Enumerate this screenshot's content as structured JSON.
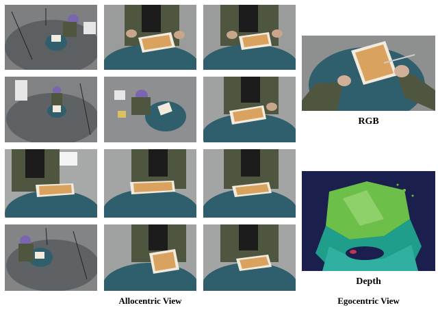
{
  "grid": {
    "caption": "Allocentric View",
    "tiles": [
      {
        "row": 1,
        "col": 1,
        "view": "overhead"
      },
      {
        "row": 1,
        "col": 2,
        "view": "front"
      },
      {
        "row": 1,
        "col": 3,
        "view": "front"
      },
      {
        "row": 2,
        "col": 1,
        "view": "overhead"
      },
      {
        "row": 2,
        "col": 2,
        "view": "overhead-close"
      },
      {
        "row": 2,
        "col": 3,
        "view": "front"
      },
      {
        "row": 3,
        "col": 1,
        "view": "front"
      },
      {
        "row": 3,
        "col": 2,
        "view": "front"
      },
      {
        "row": 3,
        "col": 3,
        "view": "front"
      },
      {
        "row": 4,
        "col": 1,
        "view": "overhead"
      },
      {
        "row": 4,
        "col": 2,
        "view": "front"
      },
      {
        "row": 4,
        "col": 3,
        "view": "front"
      }
    ]
  },
  "egocentric": {
    "caption": "Egocentric View",
    "rgb_label": "RGB",
    "depth_label": "Depth"
  },
  "colors": {
    "table": "#2f5f6c",
    "tray": "#f2eadc",
    "tray_food": "#d9a35f",
    "jacket": "#4e5640",
    "depth_bg": "#1b1f4d",
    "depth_near": "#6cc04a",
    "depth_mid": "#1f9e8c"
  }
}
